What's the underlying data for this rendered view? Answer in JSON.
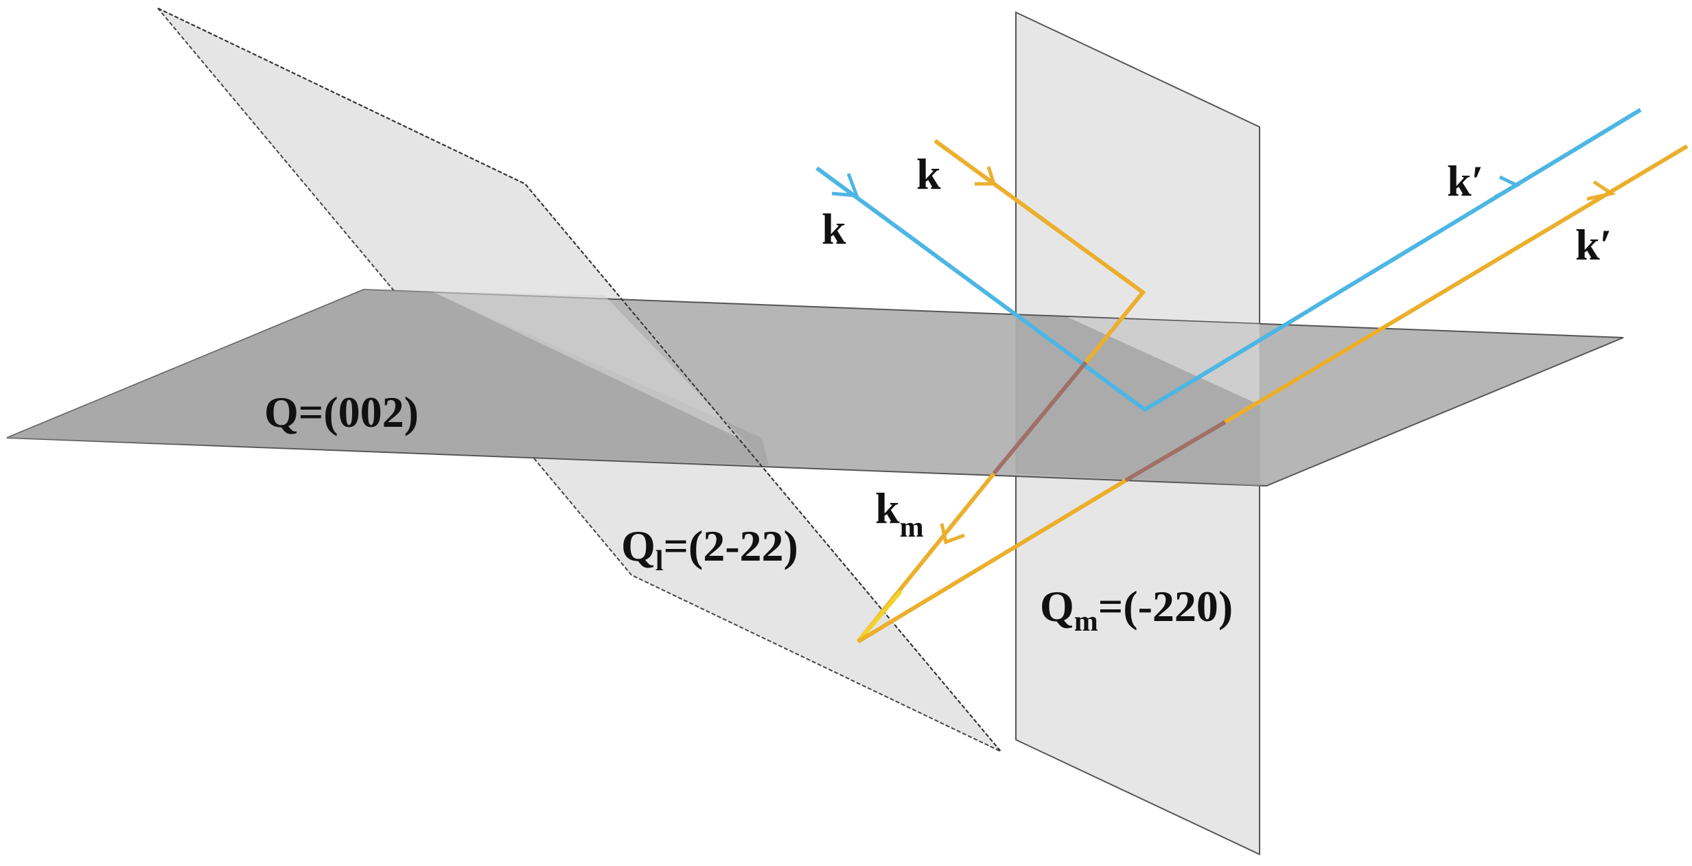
{
  "planes": {
    "horizontal": {
      "label": "Q=(002)"
    },
    "tilted": {
      "label_main": "Q",
      "label_sub": "l",
      "label_tail": "=(2-22)"
    },
    "vertical": {
      "label_main": "Q",
      "label_sub": "m",
      "label_tail": "=(-220)"
    }
  },
  "beams": {
    "blue": {
      "color": "#4cb6e4",
      "incident_label": "k",
      "outgoing_label": "k′"
    },
    "orange": {
      "color": "#ecaf2c",
      "incident_label": "k",
      "intermediate_label_main": "k",
      "intermediate_label_sub": "m",
      "outgoing_label": "k′"
    }
  },
  "colors": {
    "horizontal_plane": "#b4b4b4",
    "horizontal_plane_shadow": "#a2a2a2",
    "vertical_plane": "#e6e6e6",
    "tilted_plane": "#e2e2e2",
    "hidden_segment": "#a07068"
  }
}
